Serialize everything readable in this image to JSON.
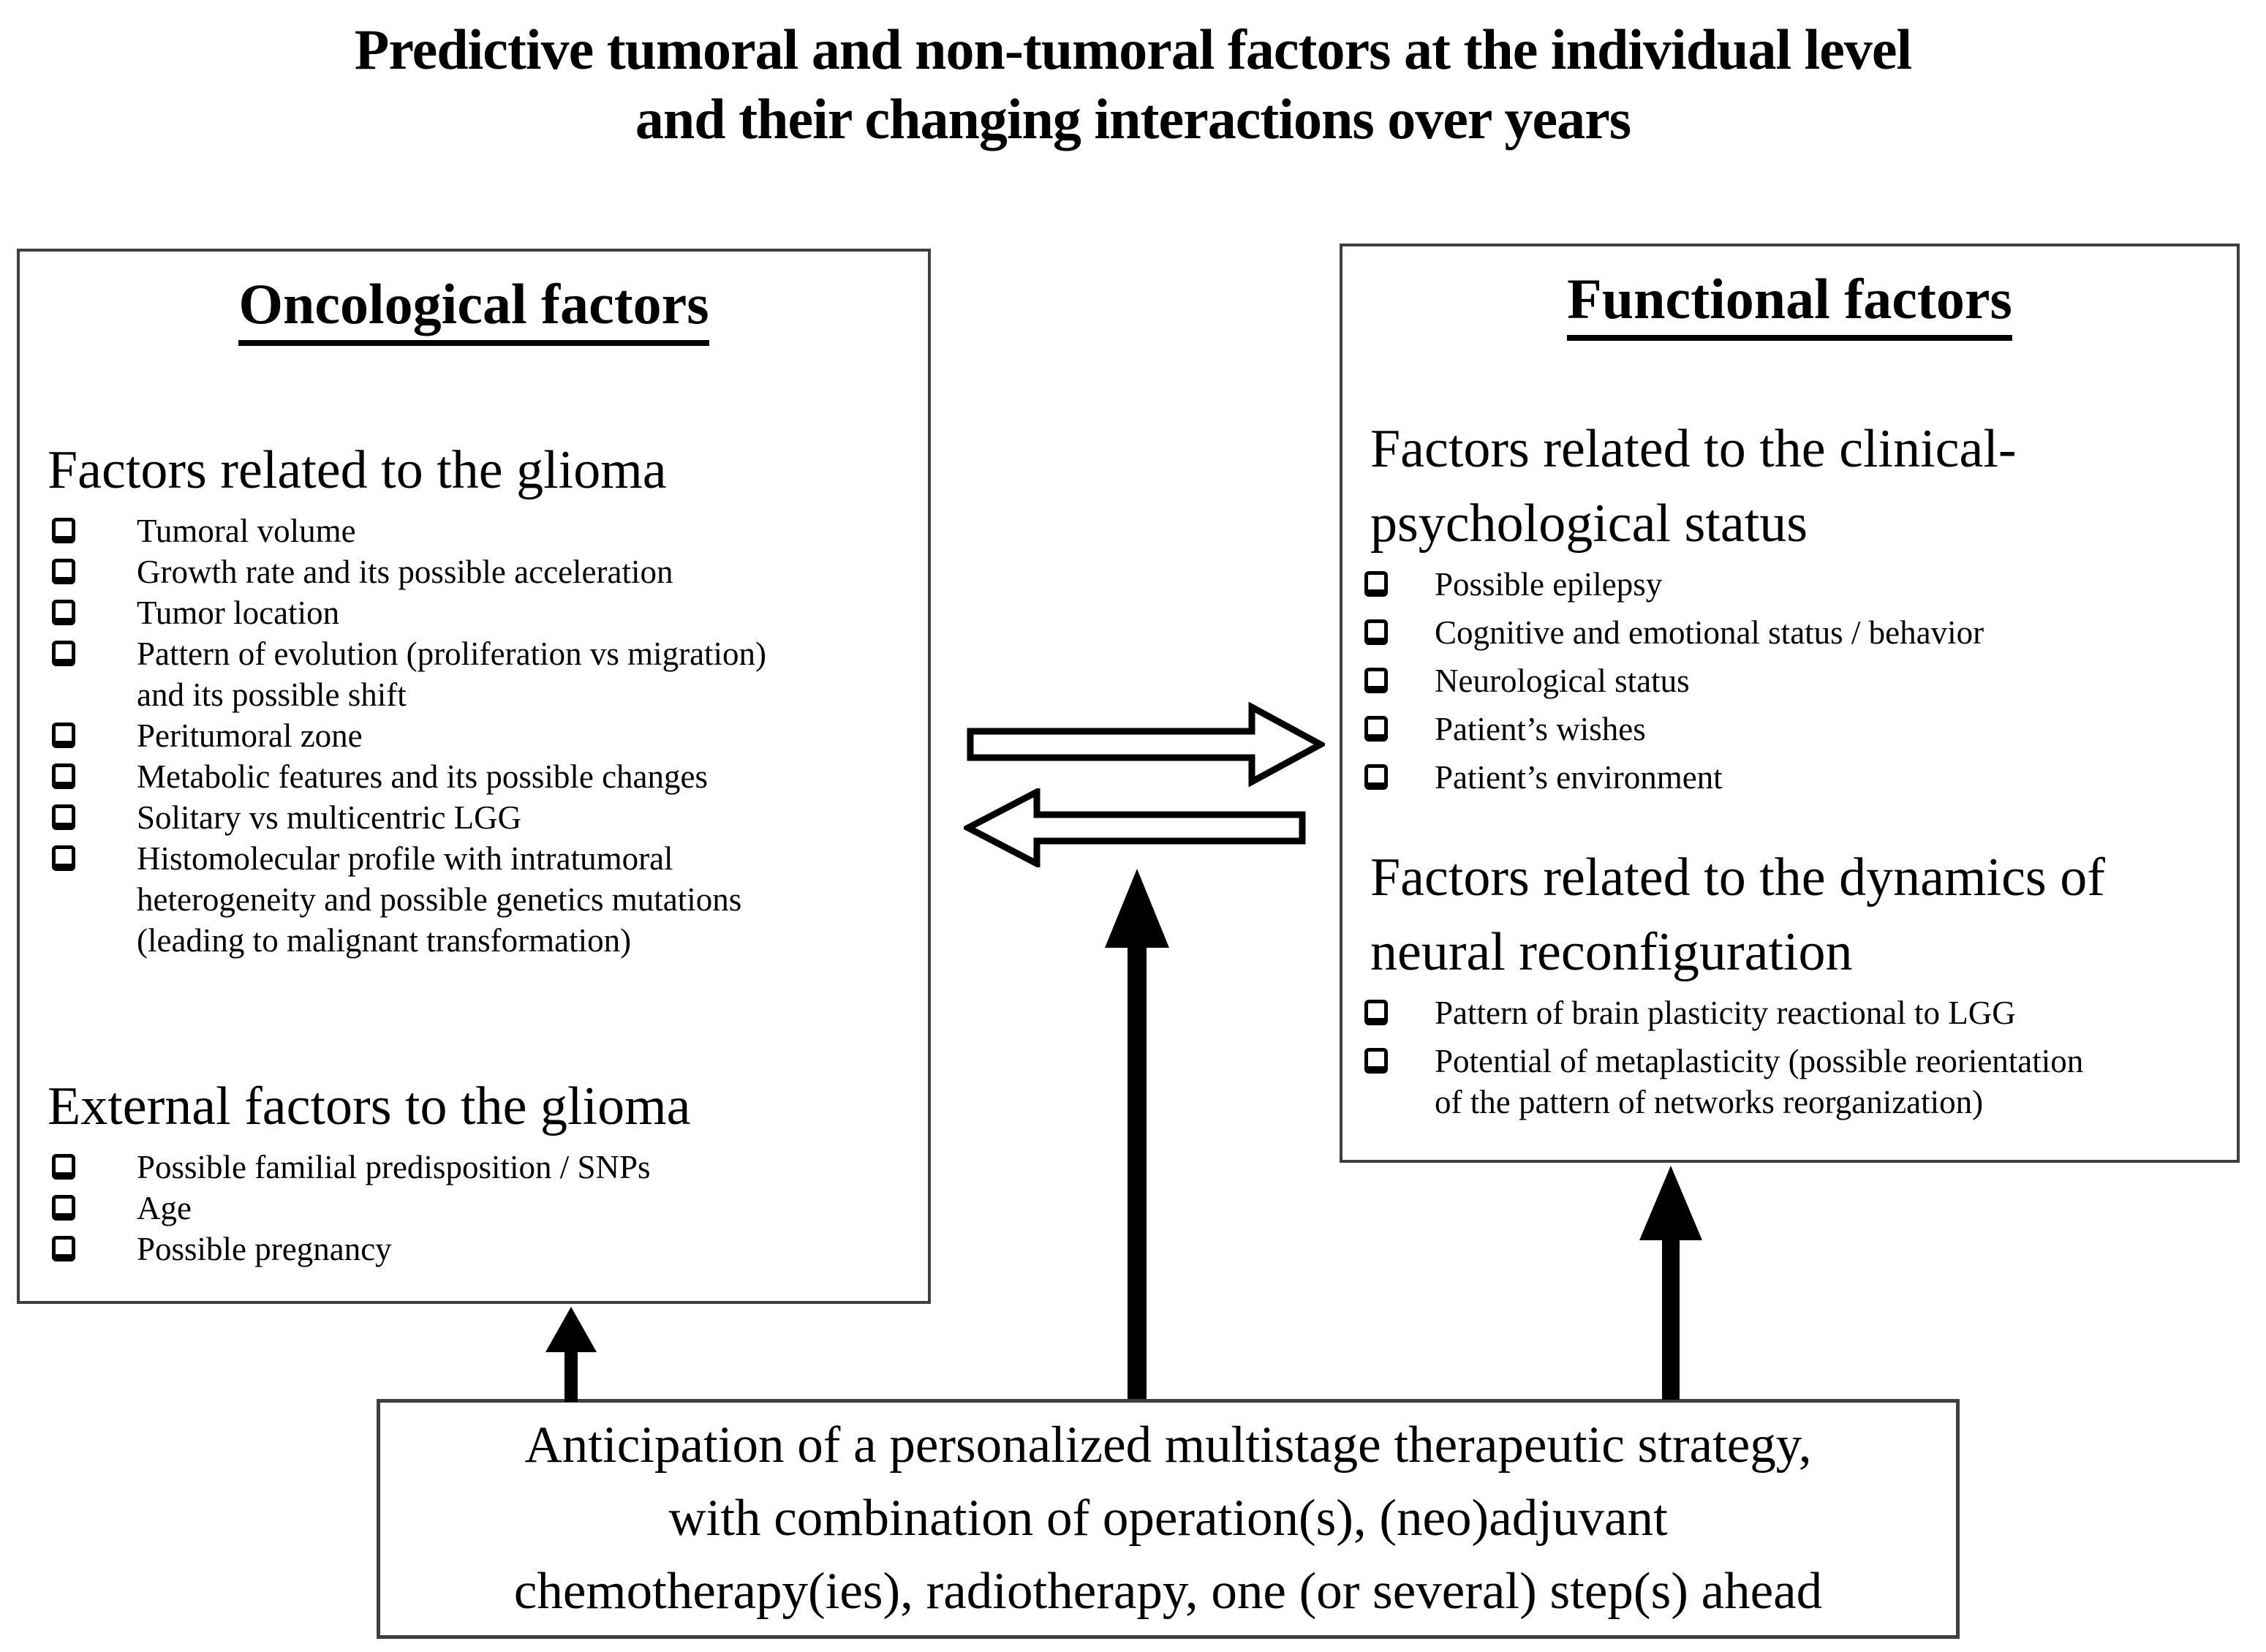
{
  "title": "Predictive tumoral and non-tumoral factors at the individual level\nand their changing interactions over years",
  "oncological": {
    "heading": "Oncological factors",
    "sections": [
      {
        "heading": "Factors related to the glioma",
        "items": [
          "Tumoral volume",
          "Growth rate and its possible acceleration",
          "Tumor location",
          "Pattern of evolution (proliferation vs migration)\nand its possible shift",
          "Peritumoral zone",
          "Metabolic features and its possible changes",
          "Solitary vs multicentric LGG",
          "Histomolecular profile with intratumoral\nheterogeneity and possible genetics mutations\n(leading to malignant transformation)"
        ]
      },
      {
        "heading": "External factors to the glioma",
        "items": [
          "Possible familial predisposition / SNPs",
          "Age",
          "Possible pregnancy"
        ]
      }
    ]
  },
  "functional": {
    "heading": "Functional factors",
    "sections": [
      {
        "heading": "Factors related to the clinical-\npsychological status",
        "items": [
          "Possible epilepsy",
          "Cognitive and emotional status / behavior",
          "Neurological status",
          "Patient’s wishes",
          "Patient’s environment"
        ]
      },
      {
        "heading": "Factors related to the dynamics of\nneural reconfiguration",
        "items": [
          "Pattern of brain plasticity reactional to LGG",
          "Potential of metaplasticity (possible reorientation\nof the pattern of networks reorganization)"
        ]
      }
    ]
  },
  "strategy": {
    "text": "Anticipation of a personalized multistage therapeutic strategy,\nwith combination of operation(s), (neo)adjuvant\nchemotherapy(ies), radiotherapy, one (or several) step(s) ahead"
  },
  "icons": {
    "checkbox": "hollow-square-bullet",
    "arrow_right": "right-arrow-outline",
    "arrow_left": "left-arrow-outline",
    "arrow_up": "up-arrow-solid"
  },
  "colors": {
    "background": "#ffffff",
    "text": "#000000",
    "box_border": "#3f3f3f",
    "arrow_fill": "#000000",
    "open_arrow_fill": "#ffffff"
  }
}
